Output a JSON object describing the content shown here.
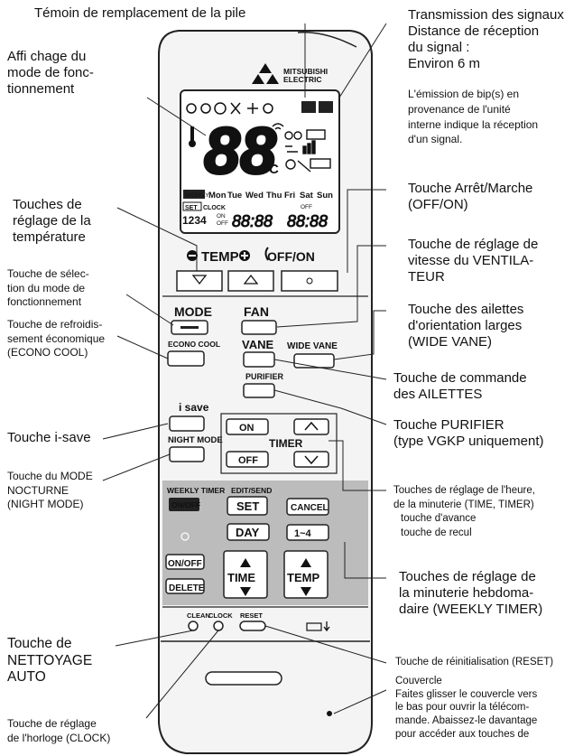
{
  "brand": {
    "name_line1": "MITSUBISHI",
    "name_line2": "ELECTRIC"
  },
  "display": {
    "temp_digits": "88",
    "unit": "°C",
    "days_label": "WEEKLY",
    "days": [
      "Mon",
      "Tue",
      "Wed",
      "Thu",
      "Fri",
      "Sat",
      "Sun"
    ],
    "set_label": "SET",
    "clock_label": "CLOCK",
    "on_label": "ON",
    "off_label": "OFF",
    "program_numbers": "1234",
    "time_left": "88:88",
    "time_right": "88:88"
  },
  "remote": {
    "temp_label": "TEMP",
    "offon_label": "OFF/ON",
    "mode_label": "MODE",
    "econo_label": "ECONO COOL",
    "fan_label": "FAN",
    "vane_label": "VANE",
    "wide_vane_label": "WIDE VANE",
    "purifier_label": "PURIFIER",
    "isave_label": "i save",
    "night_label": "NIGHT MODE",
    "on_btn": "ON",
    "timer_label": "TIMER",
    "off_btn": "OFF",
    "weekly_timer_label": "WEEKLY TIMER",
    "onoff_btn": "ON/OFF",
    "edit_send_label": "EDIT/SEND",
    "set_btn": "SET",
    "cancel_btn": "CANCEL",
    "day_btn": "DAY",
    "range_btn": "1~4",
    "onoff2_btn": "ON/OFF",
    "delete_btn": "DELETE",
    "time_btn": "TIME",
    "temp_btn": "TEMP",
    "clean_label": "CLEAN",
    "clock_label": "CLOCK",
    "reset_label": "RESET"
  },
  "callouts": {
    "battery": "Témoin de remplacement de la pile",
    "transmission": [
      "Transmission des signaux",
      "Distance de réception",
      "du signal :",
      "Environ 6 m"
    ],
    "transmission_note": [
      "L'émission de bip(s) en",
      "provenance de l'unité",
      "interne indique la réception",
      "d'un signal."
    ],
    "mode_display": [
      "Affi chage du",
      "mode de fonc-",
      "tionnement"
    ],
    "offon": [
      "Touche Arrêt/Marche",
      "(OFF/ON)"
    ],
    "temp_keys": [
      "Touches de",
      "réglage de la",
      "température"
    ],
    "fan_speed": [
      "Touche de réglage de",
      "vitesse du VENTILA-",
      "TEUR"
    ],
    "mode_select": [
      "Touche de sélec-",
      "tion du mode de",
      "fonctionnement"
    ],
    "wide_vane": [
      "Touche des ailettes",
      "d'orientation larges",
      "(WIDE VANE)"
    ],
    "econo_cool": [
      "Touche de refroidis-",
      "sement économique",
      "(ECONO COOL)"
    ],
    "vane": [
      "Touche de commande",
      "des AILETTES"
    ],
    "isave": "Touche i-save",
    "purifier": [
      "Touche PURIFIER",
      "(type VGKP uniquement)"
    ],
    "night_mode": [
      "Touche du MODE",
      "NOCTURNE",
      "(NIGHT MODE)"
    ],
    "time_timer": [
      "Touches de réglage de l'heure,",
      "de la minuterie (TIME, TIMER)",
      "touche d'avance",
      "touche de recul"
    ],
    "weekly_timer": [
      "Touches de réglage de",
      "la minuterie hebdoma-",
      "daire (WEEKLY TIMER)"
    ],
    "clean": [
      "Touche de",
      "NETTOYAGE",
      "AUTO"
    ],
    "reset": "Touche de réinitialisation (RESET)",
    "cover": [
      "Couvercle",
      "Faites glisser le couvercle vers",
      "le bas pour ouvrir la télécom-",
      "mande. Abaissez-le davantage",
      "pour accéder aux touches de"
    ],
    "clock": [
      "Touche de réglage",
      "de l'horloge (CLOCK)"
    ]
  }
}
